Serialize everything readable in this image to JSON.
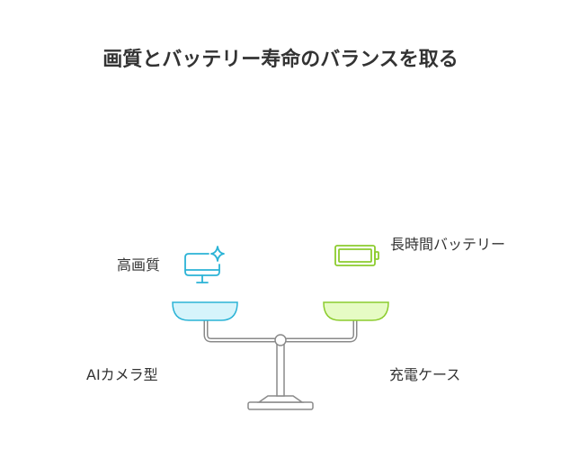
{
  "title": "画質とバッテリー寿命のバランスを取る",
  "left": {
    "top_label": "高画質",
    "bottom_label": "AIカメラ型",
    "icon": "monitor-sparkle-icon",
    "pan_color": "#d6f4fb",
    "pan_stroke": "#2bb3d6"
  },
  "right": {
    "top_label": "長時間バッテリー",
    "bottom_label": "充電ケース",
    "icon": "battery-icon",
    "pan_color": "#e6fbc4",
    "pan_stroke": "#8ccc2e"
  },
  "colors": {
    "scale": "#d4d4d4",
    "scale_stroke": "#8a8a8a",
    "text": "#333333"
  }
}
